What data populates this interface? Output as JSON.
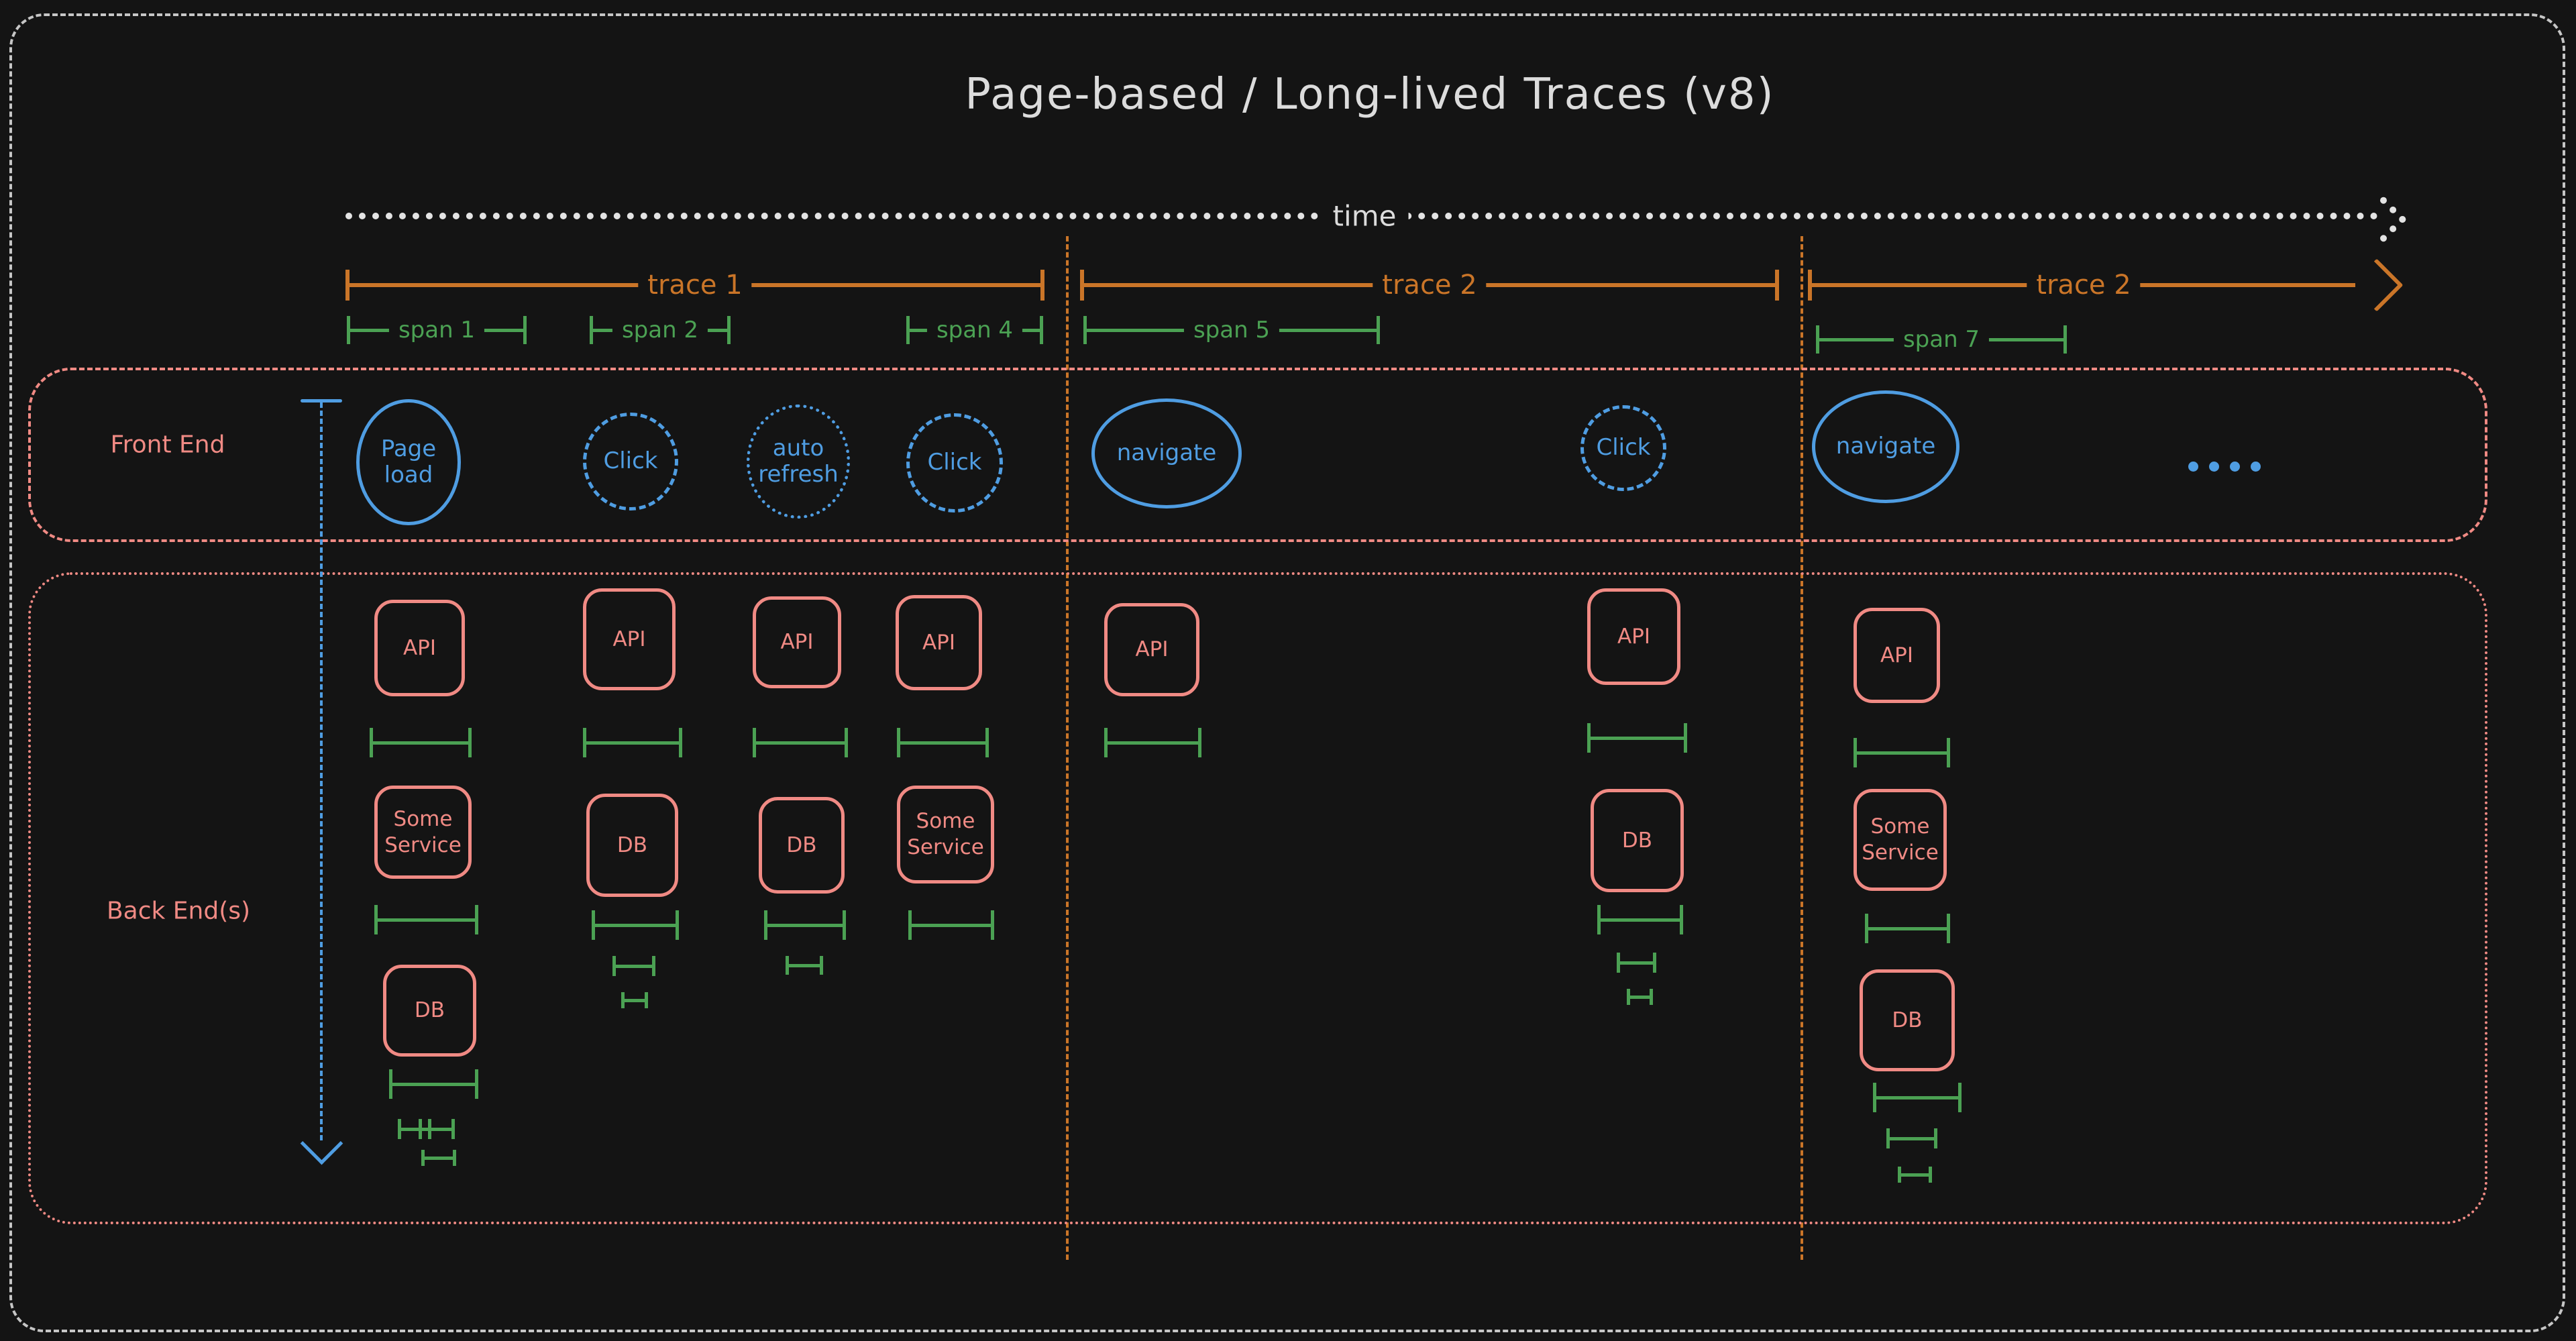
{
  "title": "Page-based / Long-lived Traces (v8)",
  "timeline": {
    "label": "time"
  },
  "traces": [
    {
      "label": "trace 1"
    },
    {
      "label": "trace 2"
    },
    {
      "label": "trace 2"
    }
  ],
  "spans": [
    {
      "label": "span 1"
    },
    {
      "label": "span 2"
    },
    {
      "label": "span 4"
    },
    {
      "label": "span 5"
    },
    {
      "label": "span 7"
    }
  ],
  "frontend": {
    "label": "Front End",
    "events": [
      {
        "label": "Page load",
        "style": "solid"
      },
      {
        "label": "Click",
        "style": "dashed"
      },
      {
        "label": "auto refresh",
        "style": "dotted"
      },
      {
        "label": "Click",
        "style": "dashed"
      },
      {
        "label": "navigate",
        "style": "solid"
      },
      {
        "label": "Click",
        "style": "dashed"
      },
      {
        "label": "navigate",
        "style": "solid"
      }
    ]
  },
  "backend": {
    "label": "Back End(s)",
    "columns": [
      {
        "nodes": [
          "API",
          "Some Service",
          "DB"
        ]
      },
      {
        "nodes": [
          "API",
          "DB"
        ]
      },
      {
        "nodes": [
          "API",
          "DB"
        ]
      },
      {
        "nodes": [
          "API",
          "Some Service"
        ]
      },
      {
        "nodes": [
          "API"
        ]
      },
      {
        "nodes": [
          "API",
          "DB"
        ]
      },
      {
        "nodes": [
          "API",
          "Some Service",
          "DB"
        ]
      }
    ]
  },
  "colors": {
    "background": "#141414",
    "trace_orange": "#ca7528",
    "span_green": "#4ba153",
    "event_blue": "#4f9de2",
    "service_salmon": "#f08a84",
    "text_white": "#dcdcdc"
  }
}
